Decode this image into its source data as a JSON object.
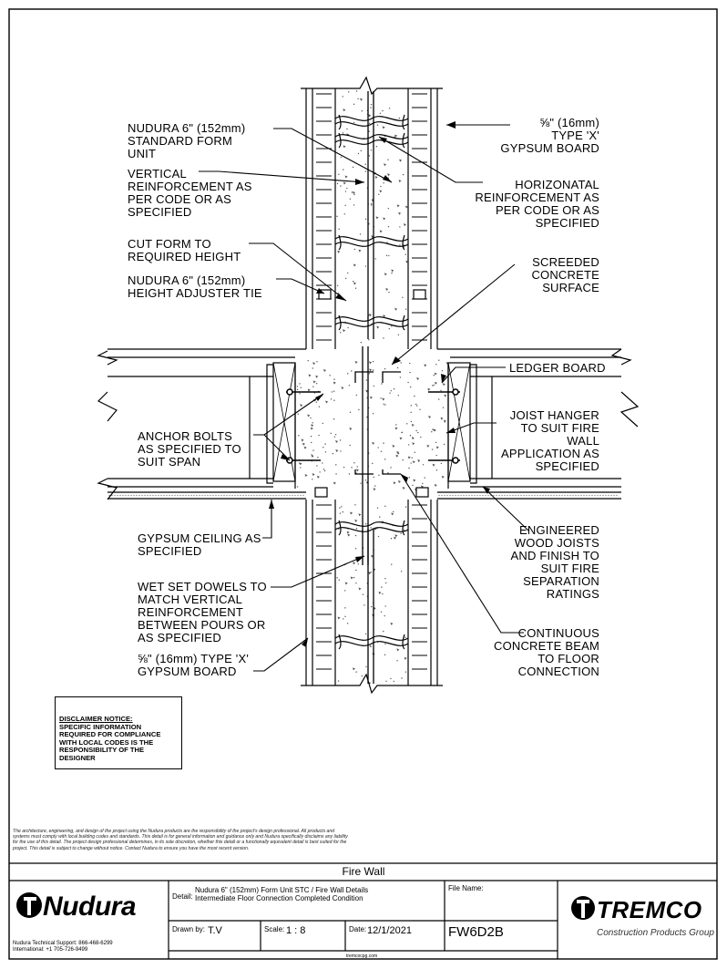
{
  "labels": {
    "form_unit": "NUDURA 6\" (152mm)\nSTANDARD FORM\nUNIT",
    "vertical_reinf": "VERTICAL\nREINFORCEMENT AS\nPER CODE OR AS\nSPECIFIED",
    "cut_form": "CUT FORM TO\nREQUIRED HEIGHT",
    "height_adjuster": "NUDURA 6\" (152mm)\nHEIGHT ADJUSTER TIE",
    "anchor_bolts": "ANCHOR BOLTS\nAS SPECIFIED TO\nSUIT SPAN",
    "gypsum_ceiling": "GYPSUM CEILING AS\nSPECIFIED",
    "wet_set": "WET SET DOWELS TO\nMATCH VERTICAL\nREINFORCEMENT\nBETWEEN POURS OR\nAS SPECIFIED",
    "gypsum_left": "⅝\" (16mm) TYPE 'X'\nGYPSUM BOARD",
    "gypsum_right": "⅝\" (16mm)\nTYPE 'X'\nGYPSUM BOARD",
    "horizontal_reinf": "HORIZONATAL\nREINFORCEMENT AS\nPER CODE OR AS\nSPECIFIED",
    "screeded": "SCREEDED\nCONCRETE\nSURFACE",
    "ledger": "LEDGER BOARD",
    "joist_hanger": "JOIST HANGER\nTO SUIT FIRE\nWALL\nAPPLICATION AS\nSPECIFIED",
    "engineered": "ENGINEERED\nWOOD JOISTS\nAND FINISH TO\nSUIT FIRE\nSEPARATION\nRATINGS",
    "continuous": "CONTINUOUS\nCONCRETE BEAM\nTO FLOOR\nCONNECTION"
  },
  "disclaimer": {
    "title": "DISCLAIMER NOTICE:",
    "body": "SPECIFIC INFORMATION\nREQUIRED FOR COMPLIANCE\nWITH LOCAL CODES IS THE\nRESPONSIBILITY OF THE\nDESIGNER"
  },
  "legal": "The architecture, engineering, and design of the project using the Nudura products are the responsibility of the project's design professional. All products and systems must comply with local building codes and standards. This detail is for general information and guidance only and Nudura specifically disclaims any liability for the use of this detail. The project design professional determines, in its sole discretion, whether this detail or a functionally equivalent detail is best suited for the project. This detail is subject to change without notice. Contact Nudura to ensure you have the most recent version.",
  "title_block": {
    "sheet_title": "Fire Wall",
    "detail_label": "Detail:",
    "detail_text": "Nudura 6\" (152mm) Form Unit STC / Fire Wall Details\nIntermediate Floor Connection Completed Condition",
    "file_label": "File Name:",
    "file_name": "FW6D2B",
    "drawn_label": "Drawn by:",
    "drawn_by": "T.V",
    "scale_label": "Scale:",
    "scale": "1 : 8",
    "date_label": "Date:",
    "date": "12/1/2021",
    "website": "tremcocpg.com",
    "nudura_logo": "Nudura",
    "support": "Nudura Technical Support: 866-468-6299\nInternational: +1 705-726-9499",
    "tremco_logo": "TREMCO",
    "tagline": "Construction Products Group"
  },
  "colors": {
    "line": "#000000",
    "hatch": "#555555"
  }
}
